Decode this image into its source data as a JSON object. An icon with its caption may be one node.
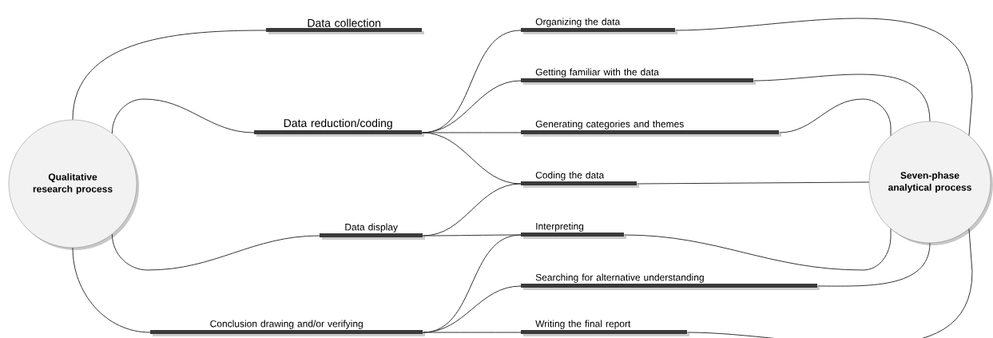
{
  "diagram": {
    "nodes": [
      {
        "text": [
          "Qualitative research process"
        ]
      },
      {
        "text": [
          "Data collection"
        ]
      },
      {
        "text": [
          "Data reduction/coding"
        ]
      },
      {
        "text": [
          "Data display"
        ]
      },
      {
        "text": [
          "Conclusion drawing and/or verifying"
        ]
      },
      {
        "text": [
          "Organizing the data"
        ]
      },
      {
        "text": [
          "Getting familiar with the data"
        ]
      },
      {
        "text": [
          "Generating categories and themes"
        ]
      },
      {
        "text": [
          "Coding the data"
        ]
      },
      {
        "text": [
          "Interpreting"
        ]
      },
      {
        "text": [
          "Searching for alternative understanding"
        ]
      },
      {
        "text": [
          "Writing the final report"
        ]
      },
      {
        "text": [
          "Seven-phase analytical process"
        ]
      }
    ],
    "edges": [
      {
        "from": 0,
        "to": 1,
        "arrow": "none"
      },
      {
        "from": 0,
        "to": 2,
        "arrow": "none"
      },
      {
        "from": 0,
        "to": 3,
        "arrow": "none"
      },
      {
        "from": 0,
        "to": 4,
        "arrow": "none"
      },
      {
        "from": 2,
        "to": 5,
        "arrow": "none"
      },
      {
        "from": 2,
        "to": 6,
        "arrow": "none"
      },
      {
        "from": 2,
        "to": 7,
        "arrow": "none"
      },
      {
        "from": 2,
        "to": 8,
        "arrow": "none"
      },
      {
        "from": 3,
        "to": 8,
        "arrow": "none"
      },
      {
        "from": 3,
        "to": 9,
        "arrow": "none"
      },
      {
        "from": 4,
        "to": 9,
        "arrow": "none"
      },
      {
        "from": 4,
        "to": 10,
        "arrow": "none"
      },
      {
        "from": 4,
        "to": 11,
        "arrow": "none"
      },
      {
        "from": 5,
        "to": 12,
        "arrow": "none"
      },
      {
        "from": 6,
        "to": 12,
        "arrow": "none"
      },
      {
        "from": 7,
        "to": 12,
        "arrow": "none"
      },
      {
        "from": 8,
        "to": 12,
        "arrow": "none"
      },
      {
        "from": 9,
        "to": 12,
        "arrow": "none"
      },
      {
        "from": 10,
        "to": 12,
        "arrow": "none"
      },
      {
        "from": 11,
        "to": 12,
        "arrow": "none"
      }
    ]
  }
}
